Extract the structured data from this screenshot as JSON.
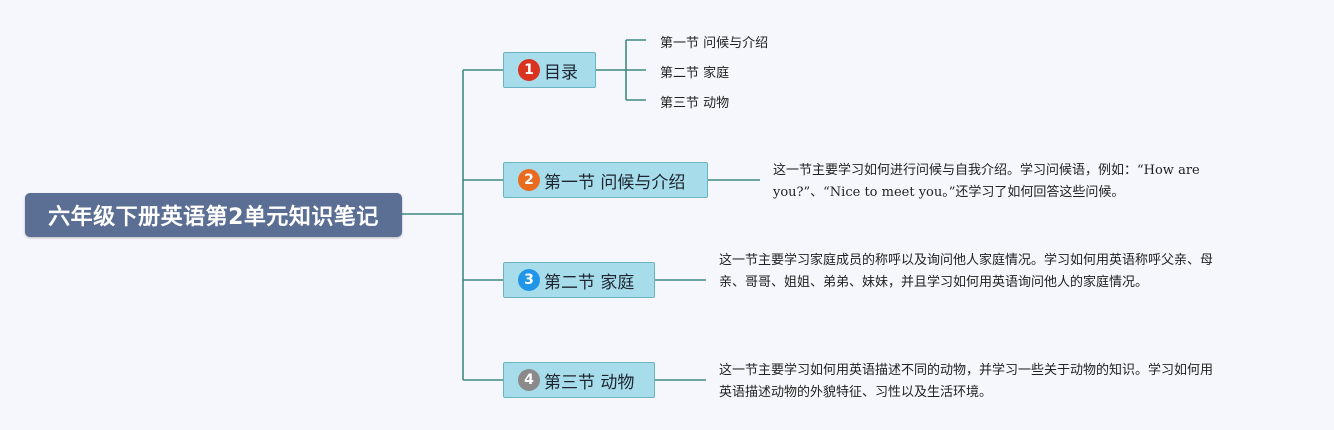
{
  "title": "六年级下册英语第2单元知识笔记",
  "colors": {
    "root_fill": "#5b6e93",
    "branch_fill": "#a7dceb",
    "connector": "#3f8a80"
  },
  "branches": [
    {
      "number": "1",
      "badge_color": "#d9331f",
      "label": "目录",
      "subtopics": [
        "第一节 问候与介绍",
        "第二节 家庭",
        "第三节 动物"
      ]
    },
    {
      "number": "2",
      "badge_color": "#ea6a1f",
      "label": "第一节 问候与介绍",
      "description": "这一节主要学习如何进行问候与自我介绍。学习问候语，例如：“How are you?”、“Nice to meet you。”还学习了如何回答这些问候。"
    },
    {
      "number": "3",
      "badge_color": "#2196e8",
      "label": "第二节 家庭",
      "description": "这一节主要学习家庭成员的称呼以及询问他人家庭情况。学习如何用英语称呼父亲、母亲、哥哥、姐姐、弟弟、妹妹，并且学习如何用英语询问他人的家庭情况。"
    },
    {
      "number": "4",
      "badge_color": "#8a8a8a",
      "label": "第三节 动物",
      "description": "这一节主要学习如何用英语描述不同的动物，并学习一些关于动物的知识。学习如何用英语描述动物的外貌特征、习性以及生活环境。"
    }
  ]
}
